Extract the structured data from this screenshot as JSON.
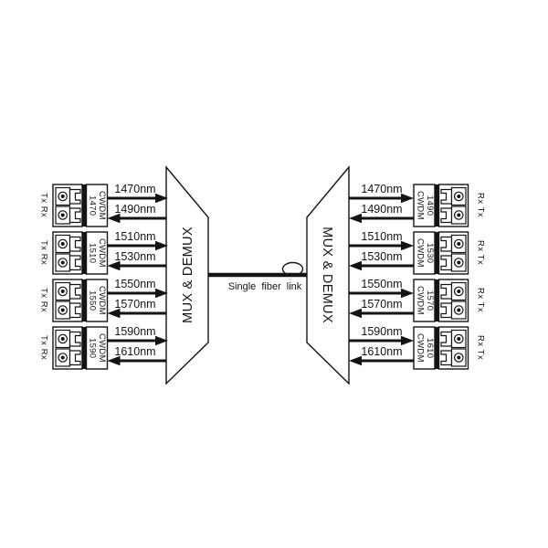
{
  "diagram": {
    "left_mux": {
      "label": "MUX & DEMUX"
    },
    "right_mux": {
      "label": "MUX & DEMUX"
    },
    "fiber_link": {
      "label": "Single fiber link"
    },
    "channels": [
      {
        "tx_wavelength": "1470nm",
        "rx_wavelength": "1490nm",
        "left_module": {
          "name": "CWDM",
          "wavelength": "1470",
          "ports": "Tx Rx"
        },
        "right_module": {
          "name": "CWDM",
          "wavelength": "1490",
          "ports": "Rx Tx"
        }
      },
      {
        "tx_wavelength": "1510nm",
        "rx_wavelength": "1530nm",
        "left_module": {
          "name": "CWDM",
          "wavelength": "1510",
          "ports": "Tx Rx"
        },
        "right_module": {
          "name": "CWDM",
          "wavelength": "1530",
          "ports": "Rx Tx"
        }
      },
      {
        "tx_wavelength": "1550nm",
        "rx_wavelength": "1570nm",
        "left_module": {
          "name": "CWDM",
          "wavelength": "1550",
          "ports": "Tx Rx"
        },
        "right_module": {
          "name": "CWDM",
          "wavelength": "1570",
          "ports": "Rx Tx"
        }
      },
      {
        "tx_wavelength": "1590nm",
        "rx_wavelength": "1610nm",
        "left_module": {
          "name": "CWDM",
          "wavelength": "1590",
          "ports": "Tx Rx"
        },
        "right_module": {
          "name": "CWDM",
          "wavelength": "1610",
          "ports": "Rx Tx"
        }
      }
    ],
    "colors": {
      "ink": "#141414",
      "background": "#ffffff"
    }
  }
}
